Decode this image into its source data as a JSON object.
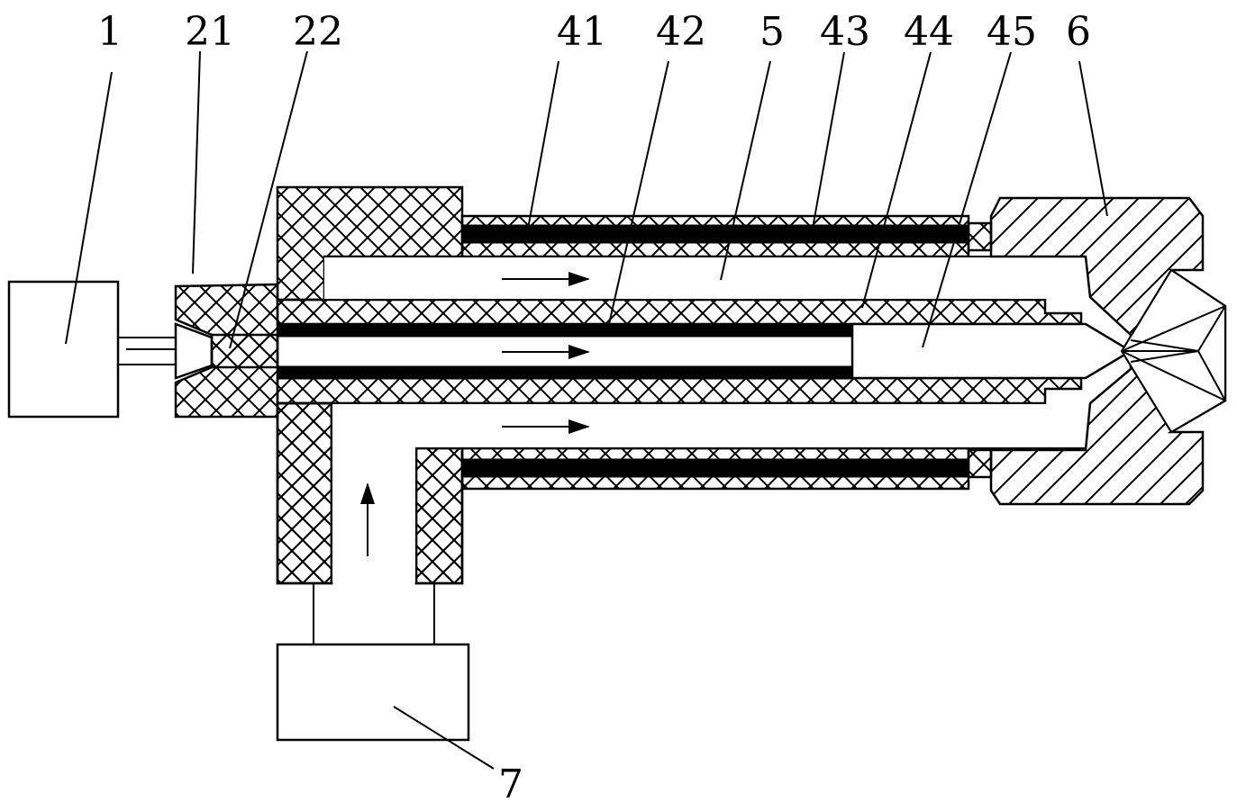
{
  "labels": {
    "l1": "1",
    "l21": "21",
    "l22": "22",
    "l41": "41",
    "l42": "42",
    "l5": "5",
    "l43": "43",
    "l44": "44",
    "l45": "45",
    "l6": "6",
    "l7": "7"
  }
}
